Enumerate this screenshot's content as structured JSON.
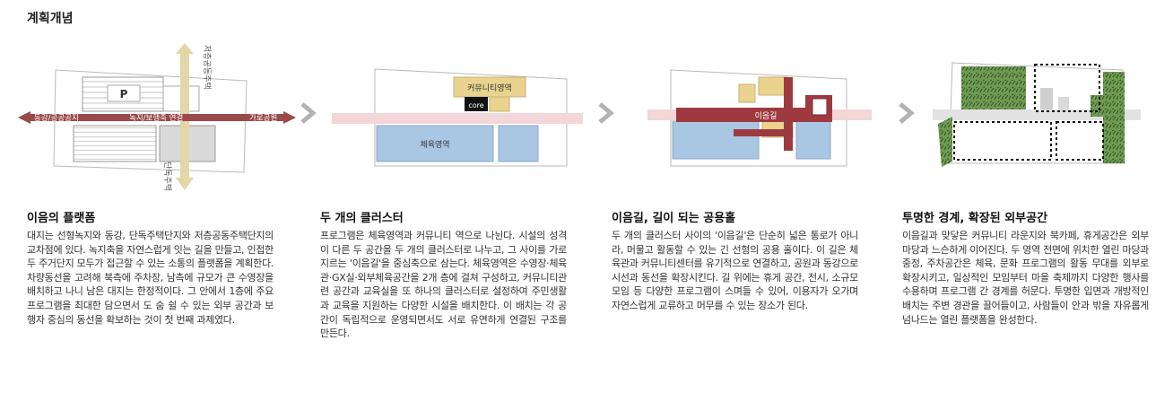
{
  "page_title": "계획개념",
  "diagram1": {
    "parking_label": "P",
    "vertical_axis_top": "저층공동주택",
    "vertical_axis_bottom": "단독주택",
    "horizontal_left": "동강/공공공지",
    "horizontal_center": "녹지/보행축 연결",
    "horizontal_right": "가로공원"
  },
  "diagram2": {
    "community_label": "커뮤니티영역",
    "core_label": "core",
    "sports_label": "체육영역"
  },
  "diagram3": {
    "path_label": "이음길"
  },
  "colors": {
    "axis_red": "#9b4a4a",
    "axis_tan": "#e3d7a8",
    "path_red": "#9e3a3f",
    "sports_blue": "#a9c6e3",
    "community_yellow": "#e9d38e",
    "green": "#6f9a52",
    "chevron": "#b3b3b3"
  },
  "panels": [
    {
      "title": "이음의 플랫폼",
      "body": "대지는 선형녹지와 동강, 단독주택단지와 저층공동주택단지의 교차점에 있다. 녹지축을 자연스럽게 잇는 길을 만들고, 인접한 두 주거단지 모두가 접근할 수 있는 소통의 플랫폼을 계획한다. 차량동선을 고려해 북측에 주차장, 남측에 규모가 큰 수영장을 배치하고 나니 남은 대지는 한정적이다. 그 안에서 1층에 주요 프로그램을 최대한 담으면서 도 숨 쉴 수 있는 외부 공간과 보행자 중심의 동선을 확보하는 것이 첫 번째 과제였다."
    },
    {
      "title": "두 개의 클러스터",
      "body": "프로그램은 체육영역과 커뮤니티 역으로 나뉜다. 시설의 성격이 다른 두 공간을 두 개의 클러스터로 나누고, 그 사이를 가로지르는 '이음길'을 중심축으로 삼는다. 체육영역은 수영장·체육관·GX실·외부체육공간을 2개 층에 걸쳐 구성하고, 커뮤니티관련 공간과 교육실을 또 하나의 클러스터로 설정하여 주민생활과 교육을 지원하는 다양한 시설을 배치한다. 이 배치는 각 공간이 독립적으로 운영되면서도 서로 유연하게 연결된 구조를 만든다."
    },
    {
      "title": "이음길, 길이 되는 공용홀",
      "body": "두 개의 클러스터 사이의 '이음길'은 단순히 넓은 통로가 아니라, 머물고 활동할 수 있는 긴 선형의 공용 홀이다. 이 길은 체육관과 커뮤니티센터를 유기적으로 연결하고, 공원과 동강으로 시선과 동선을 확장시킨다. 길 위에는 휴게 공간, 전시, 소규모 모임 등 다양한 프로그램이 스며들 수 있어, 이용자가 오가며 자연스럽게 교류하고 머무를 수 있는 장소가 된다."
    },
    {
      "title": "투명한 경계, 확장된 외부공간",
      "body": "이음길과 맞닿은 커뮤니티 라운지와 북카페, 휴게공간은 외부 마당과 느슨하게 이어진다. 두 영역 전면에 위치한 열린 마당과 중정, 주차공간은 체육, 문화 프로그램의 활동 무대를 외부로 확장시키고, 일상적인 모임부터 마을 축제까지 다양한 행사를 수용하며 프로그램 간 경계를 허문다. 투명한 입면과 개방적인 배치는 주변 경관을 끌어들이고, 사람들이 안과 밖을 자유롭게 넘나드는 열린 플랫폼을 완성한다."
    }
  ]
}
